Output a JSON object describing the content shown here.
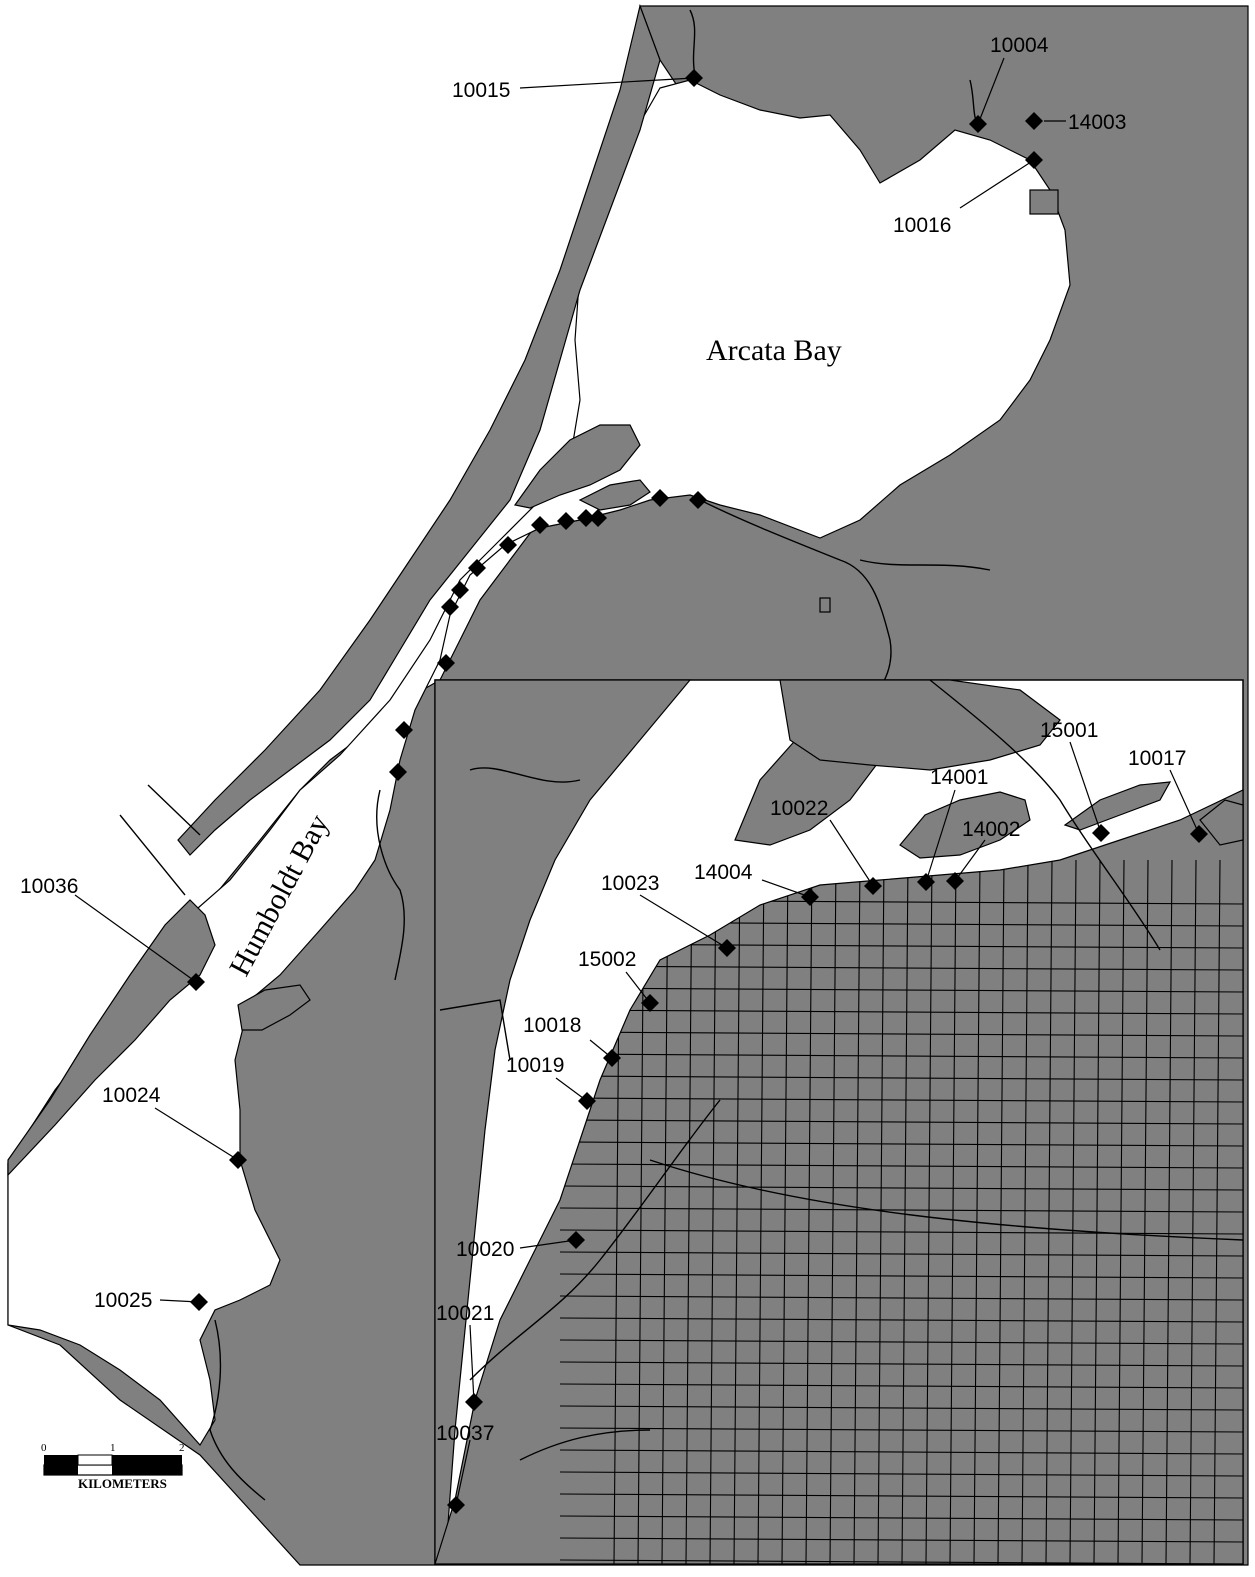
{
  "place_labels": {
    "arcata_bay": "Arcata Bay",
    "humboldt_bay": "Humboldt Bay"
  },
  "scale_bar": {
    "tick_0": "0",
    "tick_1": "1",
    "tick_2": "2",
    "unit": "KILOMETERS"
  },
  "stations": {
    "s10015": "10015",
    "s10004": "10004",
    "s14003": "14003",
    "s10016": "10016",
    "s10036": "10036",
    "s10024": "10024",
    "s10025": "10025",
    "s15001": "15001",
    "s10017": "10017",
    "s14001": "14001",
    "s10022": "10022",
    "s14002": "14002",
    "s14004": "14004",
    "s10023": "10023",
    "s15002": "15002",
    "s10018": "10018",
    "s10019": "10019",
    "s10020": "10020",
    "s10021": "10021",
    "s10037": "10037"
  },
  "colors": {
    "land": "#808080",
    "water": "#ffffff",
    "outline": "#000000",
    "marker": "#000000"
  }
}
